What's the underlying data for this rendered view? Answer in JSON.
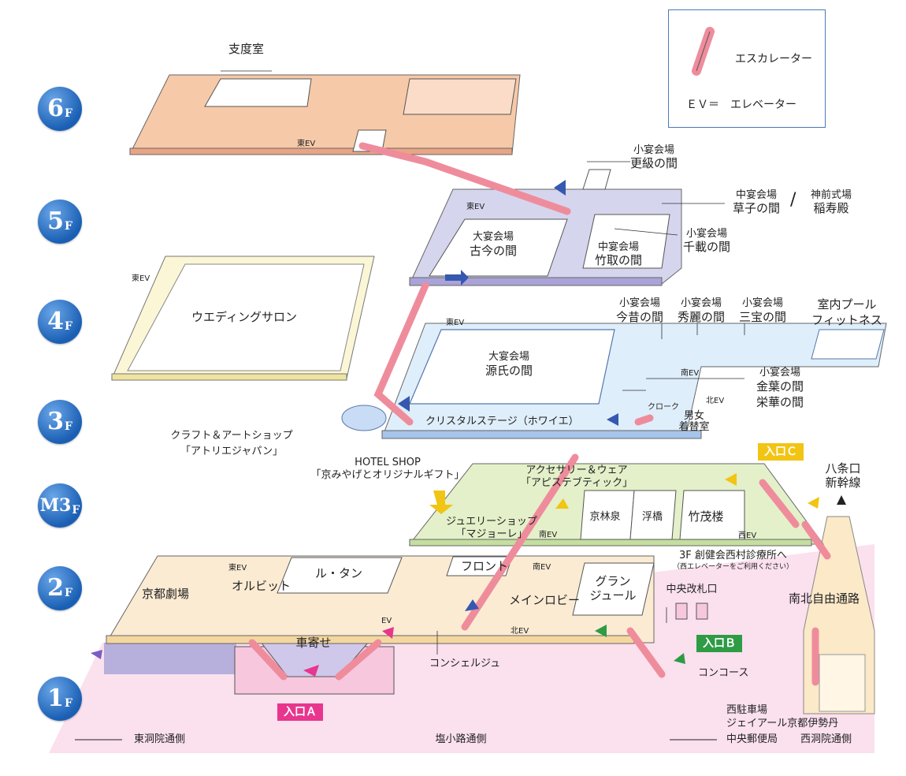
{
  "legend": {
    "escalator_label": "エスカレーター",
    "ev_label": "ＥＶ＝　エレベーター"
  },
  "floors": [
    "6",
    "5",
    "4",
    "3",
    "M3",
    "2",
    "1"
  ],
  "floor_suffix": "F",
  "floor6": {
    "shitaku": "支度室",
    "east_ev": "東EV"
  },
  "floor5": {
    "east_ev": "東EV",
    "sarashina_1": "小宴会場",
    "sarashina_2": "更級の間",
    "soushi_1": "中宴会場",
    "soushi_2": "草子の間",
    "slash": "/",
    "shinzen_1": "神前式場",
    "shinzen_2": "稲寿殿",
    "kokin_1": "大宴会場",
    "kokin_2": "古今の間",
    "taketori_1": "中宴会場",
    "taketori_2": "竹取の間",
    "senzai_1": "小宴会場",
    "senzai_2": "千載の間"
  },
  "floor4": {
    "east_ev": "東EV",
    "wedding": "ウエディングサロン"
  },
  "floor3": {
    "east_ev": "東EV",
    "imamukashi_1": "小宴会場",
    "imamukashi_2": "今昔の間",
    "shurei_1": "小宴会場",
    "shurei_2": "秀麗の間",
    "sanpo_1": "小宴会場",
    "sanpo_2": "三宝の間",
    "pool_1": "室内プール",
    "pool_2": "フィットネス",
    "genji_1": "大宴会場",
    "genji_2": "源氏の間",
    "south_ev": "南EV",
    "north_ev": "北EV",
    "kinyo_1": "小宴会場",
    "kinyo_2": "金葉の間",
    "eiga": "栄華の間",
    "crystal": "クリスタルステージ（ホワイエ）",
    "cloak": "クローク",
    "dressing_1": "男女",
    "dressing_2": "着替室"
  },
  "floorM3": {
    "craft_1": "クラフト＆アートショップ",
    "craft_2": "「アトリエジャパン」",
    "hotelshop_1": "HOTEL SHOP",
    "hotelshop_2": "「京みやげとオリジナルギフト」",
    "accessory_1": "アクセサリー＆ウェア",
    "accessory_2": "「アピステブティック」",
    "jewelry_1": "ジュエリーショップ",
    "jewelry_2": "「マジョーレ」",
    "kyorinsen": "京林泉",
    "ukihashi": "浮橋",
    "takeshigero": "竹茂楼",
    "south_ev": "南EV",
    "west_ev": "西EV",
    "clinic_1": "3F 創健会西村診療所へ",
    "clinic_2": "（西エレベーターをご利用ください）",
    "entrance_c": "入口Ｃ",
    "hachijo_1": "八条口",
    "hachijo_2": "新幹線"
  },
  "floor2": {
    "theater": "京都劇場",
    "east_ev": "東EV",
    "orbit": "オルビット",
    "letemps": "ル・タン",
    "front": "フロント",
    "south_ev": "南EV",
    "lobby": "メインロビー",
    "grand_1": "グラン",
    "grand_2": "ジュール",
    "central_gate": "中央改札口",
    "north_ev": "北EV",
    "ev": "EV",
    "free_passage": "南北自由通路"
  },
  "floor1": {
    "kuruma": "車寄せ",
    "concierge": "コンシェルジュ",
    "entrance_a": "入口Ａ",
    "entrance_b": "入口Ｂ",
    "concourse": "コンコース"
  },
  "directions": {
    "east": "東洞院通側",
    "shiokoji": "塩小路通側",
    "west_1": "西駐車場",
    "west_2": "ジェイアール京都伊勢丹",
    "west_3": "中央郵便局",
    "west_4": "西洞院通側"
  },
  "colors": {
    "floor6": "#f6c9a8",
    "floor5": "#d5d5ee",
    "floor4": "#fbf6d6",
    "floor3": "#dfeefb",
    "floorM3": "#e3f0c9",
    "floor2": "#fbebd3",
    "floor1": "#fbe0ee",
    "escalator": "#ef8c9c",
    "accent_blue": "#1a5fb4"
  }
}
